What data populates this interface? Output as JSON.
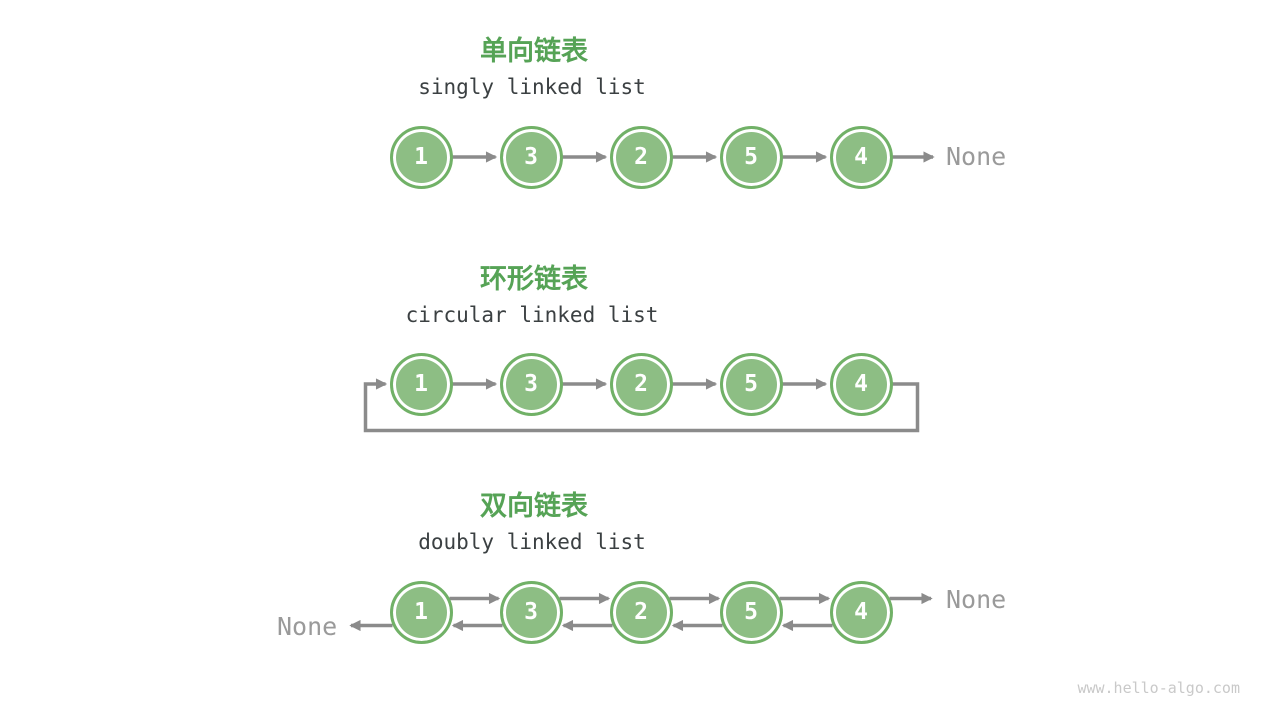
{
  "colors": {
    "title_green": "#56a356",
    "node_fill": "#8dbe84",
    "node_border": "#71b167",
    "node_ring": "#ffffff",
    "arrow_gray": "#8b8b8b",
    "none_gray": "#9a9a9a",
    "subtitle_dark": "#3b4042",
    "footer_gray": "#c9c9c9"
  },
  "sections": {
    "singly": {
      "title_zh": "单向链表",
      "title_en": "singly linked list",
      "nodes": [
        "1",
        "3",
        "2",
        "5",
        "4"
      ],
      "tail_label": "None"
    },
    "circular": {
      "title_zh": "环形链表",
      "title_en": "circular linked list",
      "nodes": [
        "1",
        "3",
        "2",
        "5",
        "4"
      ]
    },
    "doubly": {
      "title_zh": "双向链表",
      "title_en": "doubly linked list",
      "nodes": [
        "1",
        "3",
        "2",
        "5",
        "4"
      ],
      "head_label": "None",
      "tail_label": "None"
    }
  },
  "footer": {
    "url": "www.hello-algo.com"
  }
}
